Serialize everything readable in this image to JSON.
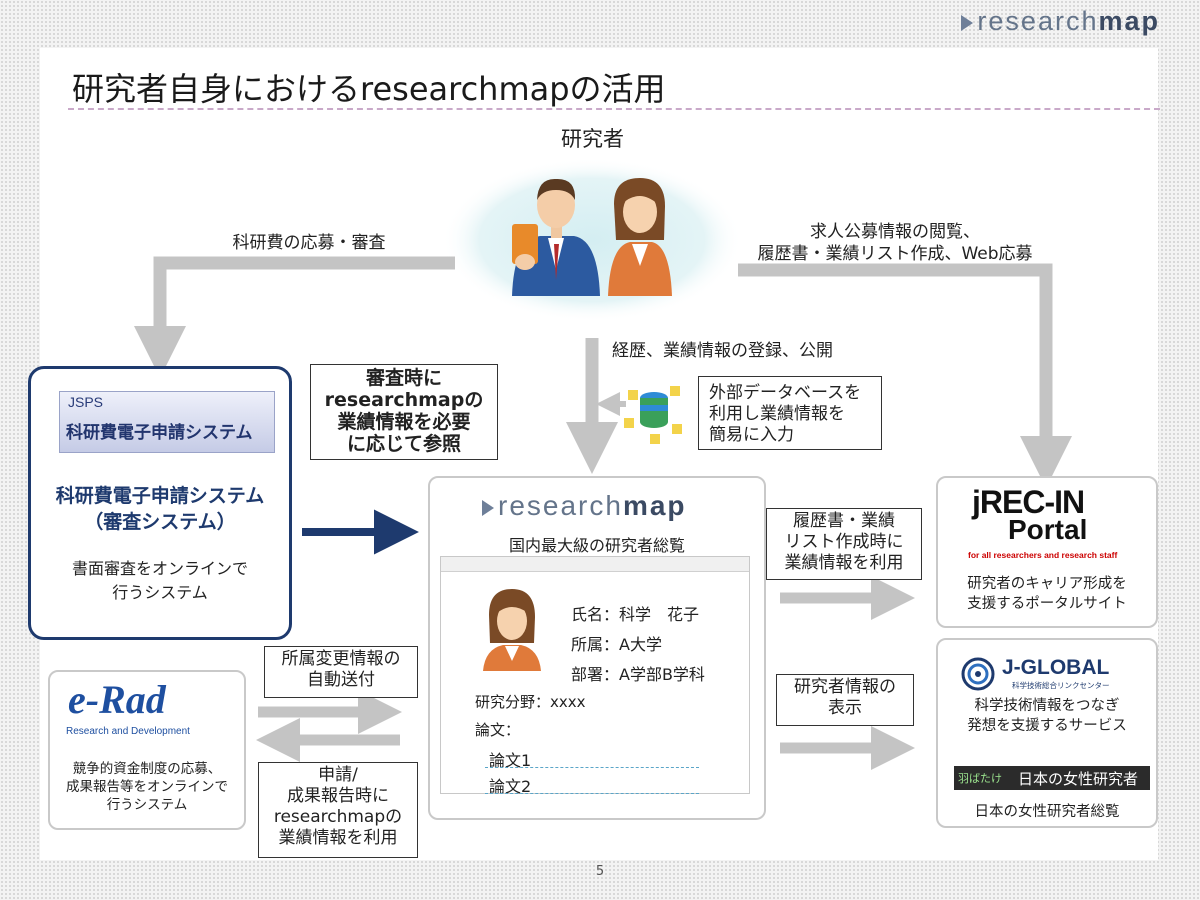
{
  "header": {
    "logo_light": "research",
    "logo_bold": "map",
    "title": "研究者自身におけるresearchmapの活用",
    "page_number": "5"
  },
  "researcher": {
    "label": "研究者"
  },
  "flows": {
    "kakenhi_apply": "科研費の応募・審査",
    "jobs_line1": "求人公募情報の閲覧、",
    "jobs_line2": "履歴書・業績リスト作成、Web応募",
    "register": "経歴、業績情報の登録、公開"
  },
  "review_note": [
    "審査時に",
    "researchmapの",
    "業績情報を必要",
    "に応じて参照"
  ],
  "external_db_note": [
    "外部データベースを",
    "利用し業績情報を",
    "簡易に入力"
  ],
  "jsps": {
    "small_logo": "JSPS",
    "banner": "科研費電子申請システム",
    "name_line1": "科研費電子申請システム",
    "name_line2": "（審査システム）",
    "desc_line1": "書面審査をオンラインで",
    "desc_line2": "行うシステム"
  },
  "researchmap_box": {
    "logo_light": "research",
    "logo_bold": "map",
    "subtitle": "国内最大級の研究者総覧",
    "profile": {
      "name": "氏名：科学　花子",
      "affiliation": "所属：A大学",
      "department": "部署：A学部B学科",
      "field": "研究分野：xxxx",
      "papers_label": "論文：",
      "paper1": "論文1",
      "paper2": "論文2"
    }
  },
  "erad": {
    "logo": "e-Rad",
    "logo_sub": "Research and Development",
    "desc_line1": "競争的資金制度の応募、",
    "desc_line2": "成果報告等をオンラインで",
    "desc_line3": "行うシステム"
  },
  "affil_note": [
    "所属変更情報の",
    "自動送付"
  ],
  "apply_note": [
    "申請/",
    "成果報告時に",
    "researchmapの",
    "業績情報を利用"
  ],
  "resume_note": [
    "履歴書・業績",
    "リスト作成時に",
    "業績情報を利用"
  ],
  "display_note": [
    "研究者情報の",
    "表示"
  ],
  "jrecin": {
    "logo_line1": "jREC-IN",
    "logo_line2": "Portal",
    "logo_sub": "for all researchers and research staff",
    "desc_line1": "研究者のキャリア形成を",
    "desc_line2": "支援するポータルサイト"
  },
  "jglobal": {
    "logo": "J-GLOBAL",
    "logo_sub": "科学技術総合リンクセンター",
    "desc_line1": "科学技術情報をつなぎ",
    "desc_line2": "発想を支援するサービス"
  },
  "women": {
    "banner_left": "羽ばたけ",
    "banner": "日本の女性研究者",
    "desc": "日本の女性研究者総覧"
  },
  "colors": {
    "navy": "#1e3a6e",
    "arrow_gray": "#c4c4c4",
    "accent_red": "#cc0000"
  }
}
